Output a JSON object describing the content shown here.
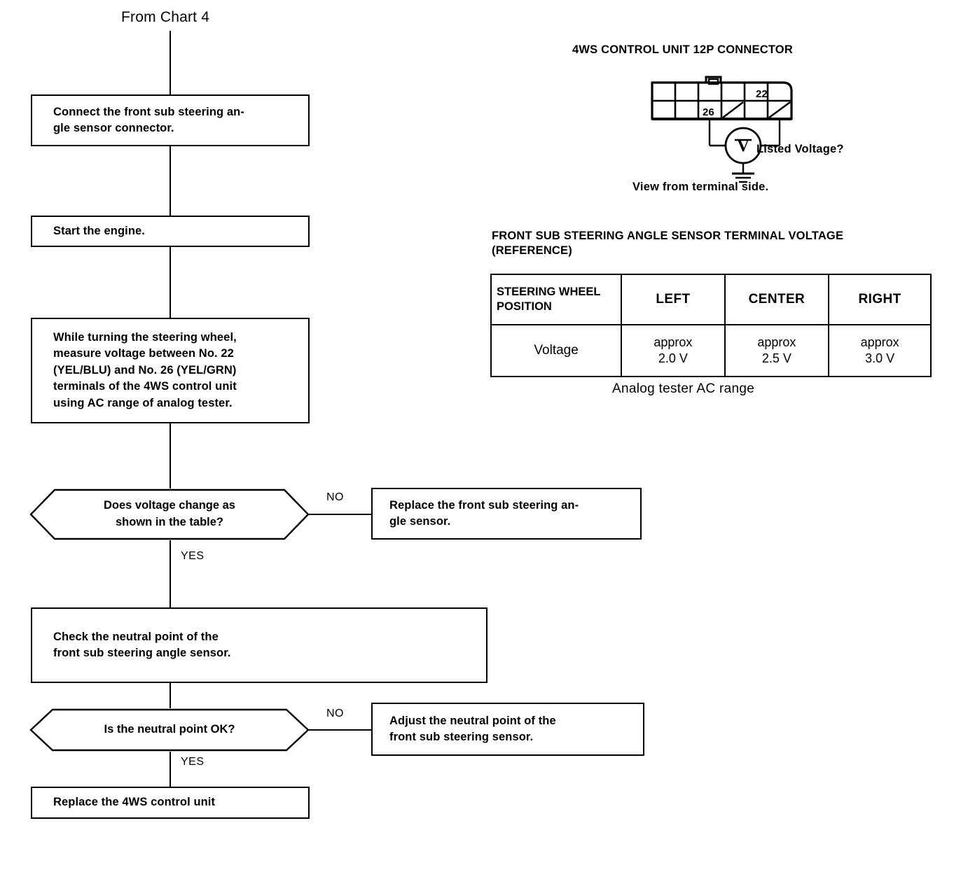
{
  "flow": {
    "entry_label": "From Chart 4",
    "steps": [
      {
        "id": "connect-sensor",
        "text": "Connect the front sub steering an-\ngle sensor connector."
      },
      {
        "id": "start-engine",
        "text": "Start the engine."
      },
      {
        "id": "measure-voltage",
        "text": "While turning the steering wheel,\nmeasure voltage between No. 22\n(YEL/BLU) and No. 26 (YEL/GRN)\nterminals of the 4WS control unit\nusing AC range of analog tester."
      },
      {
        "id": "check-neutral",
        "text": "Check the neutral point of the\nfront sub steering angle sensor."
      },
      {
        "id": "replace-4ws",
        "text": "Replace the 4WS control unit"
      }
    ],
    "decisions": [
      {
        "id": "voltage-change",
        "text": "Does voltage change as\nshown in the table?",
        "no_label": "NO",
        "yes_label": "YES"
      },
      {
        "id": "neutral-ok",
        "text": "Is the neutral point OK?",
        "no_label": "NO",
        "yes_label": "YES"
      }
    ],
    "outcomes": [
      {
        "id": "replace-sensor",
        "text": "Replace the front sub steering an-\ngle sensor."
      },
      {
        "id": "adjust-neutral",
        "text": "Adjust the neutral point of the\nfront sub steering sensor."
      }
    ]
  },
  "connector": {
    "title": "4WS CONTROL UNIT 12P CONNECTOR",
    "pin_upper": "22",
    "pin_lower": "26",
    "meter_symbol": "V",
    "meter_question": "Listed Voltage?",
    "view_note": "View from terminal side."
  },
  "voltage_table": {
    "title": "FRONT SUB STEERING ANGLE SENSOR TERMINAL VOLTAGE\n(REFERENCE)",
    "row_header": "STEERING WHEEL\nPOSITION",
    "columns": [
      "LEFT",
      "CENTER",
      "RIGHT"
    ],
    "row_label": "Voltage",
    "values": [
      "approx\n2.0 V",
      "approx\n2.5 V",
      "approx\n3.0 V"
    ],
    "footnote": "Analog tester   AC range"
  },
  "chart_data": {
    "type": "table",
    "title": "FRONT SUB STEERING ANGLE SENSOR TERMINAL VOLTAGE (REFERENCE)",
    "categories": [
      "LEFT",
      "CENTER",
      "RIGHT"
    ],
    "values": [
      2.0,
      2.5,
      3.0
    ],
    "unit": "V",
    "xlabel": "STEERING WHEEL POSITION",
    "ylabel": "Voltage",
    "note": "Analog tester   AC range"
  },
  "colors": {
    "ink": "#000000",
    "paper": "#ffffff"
  }
}
